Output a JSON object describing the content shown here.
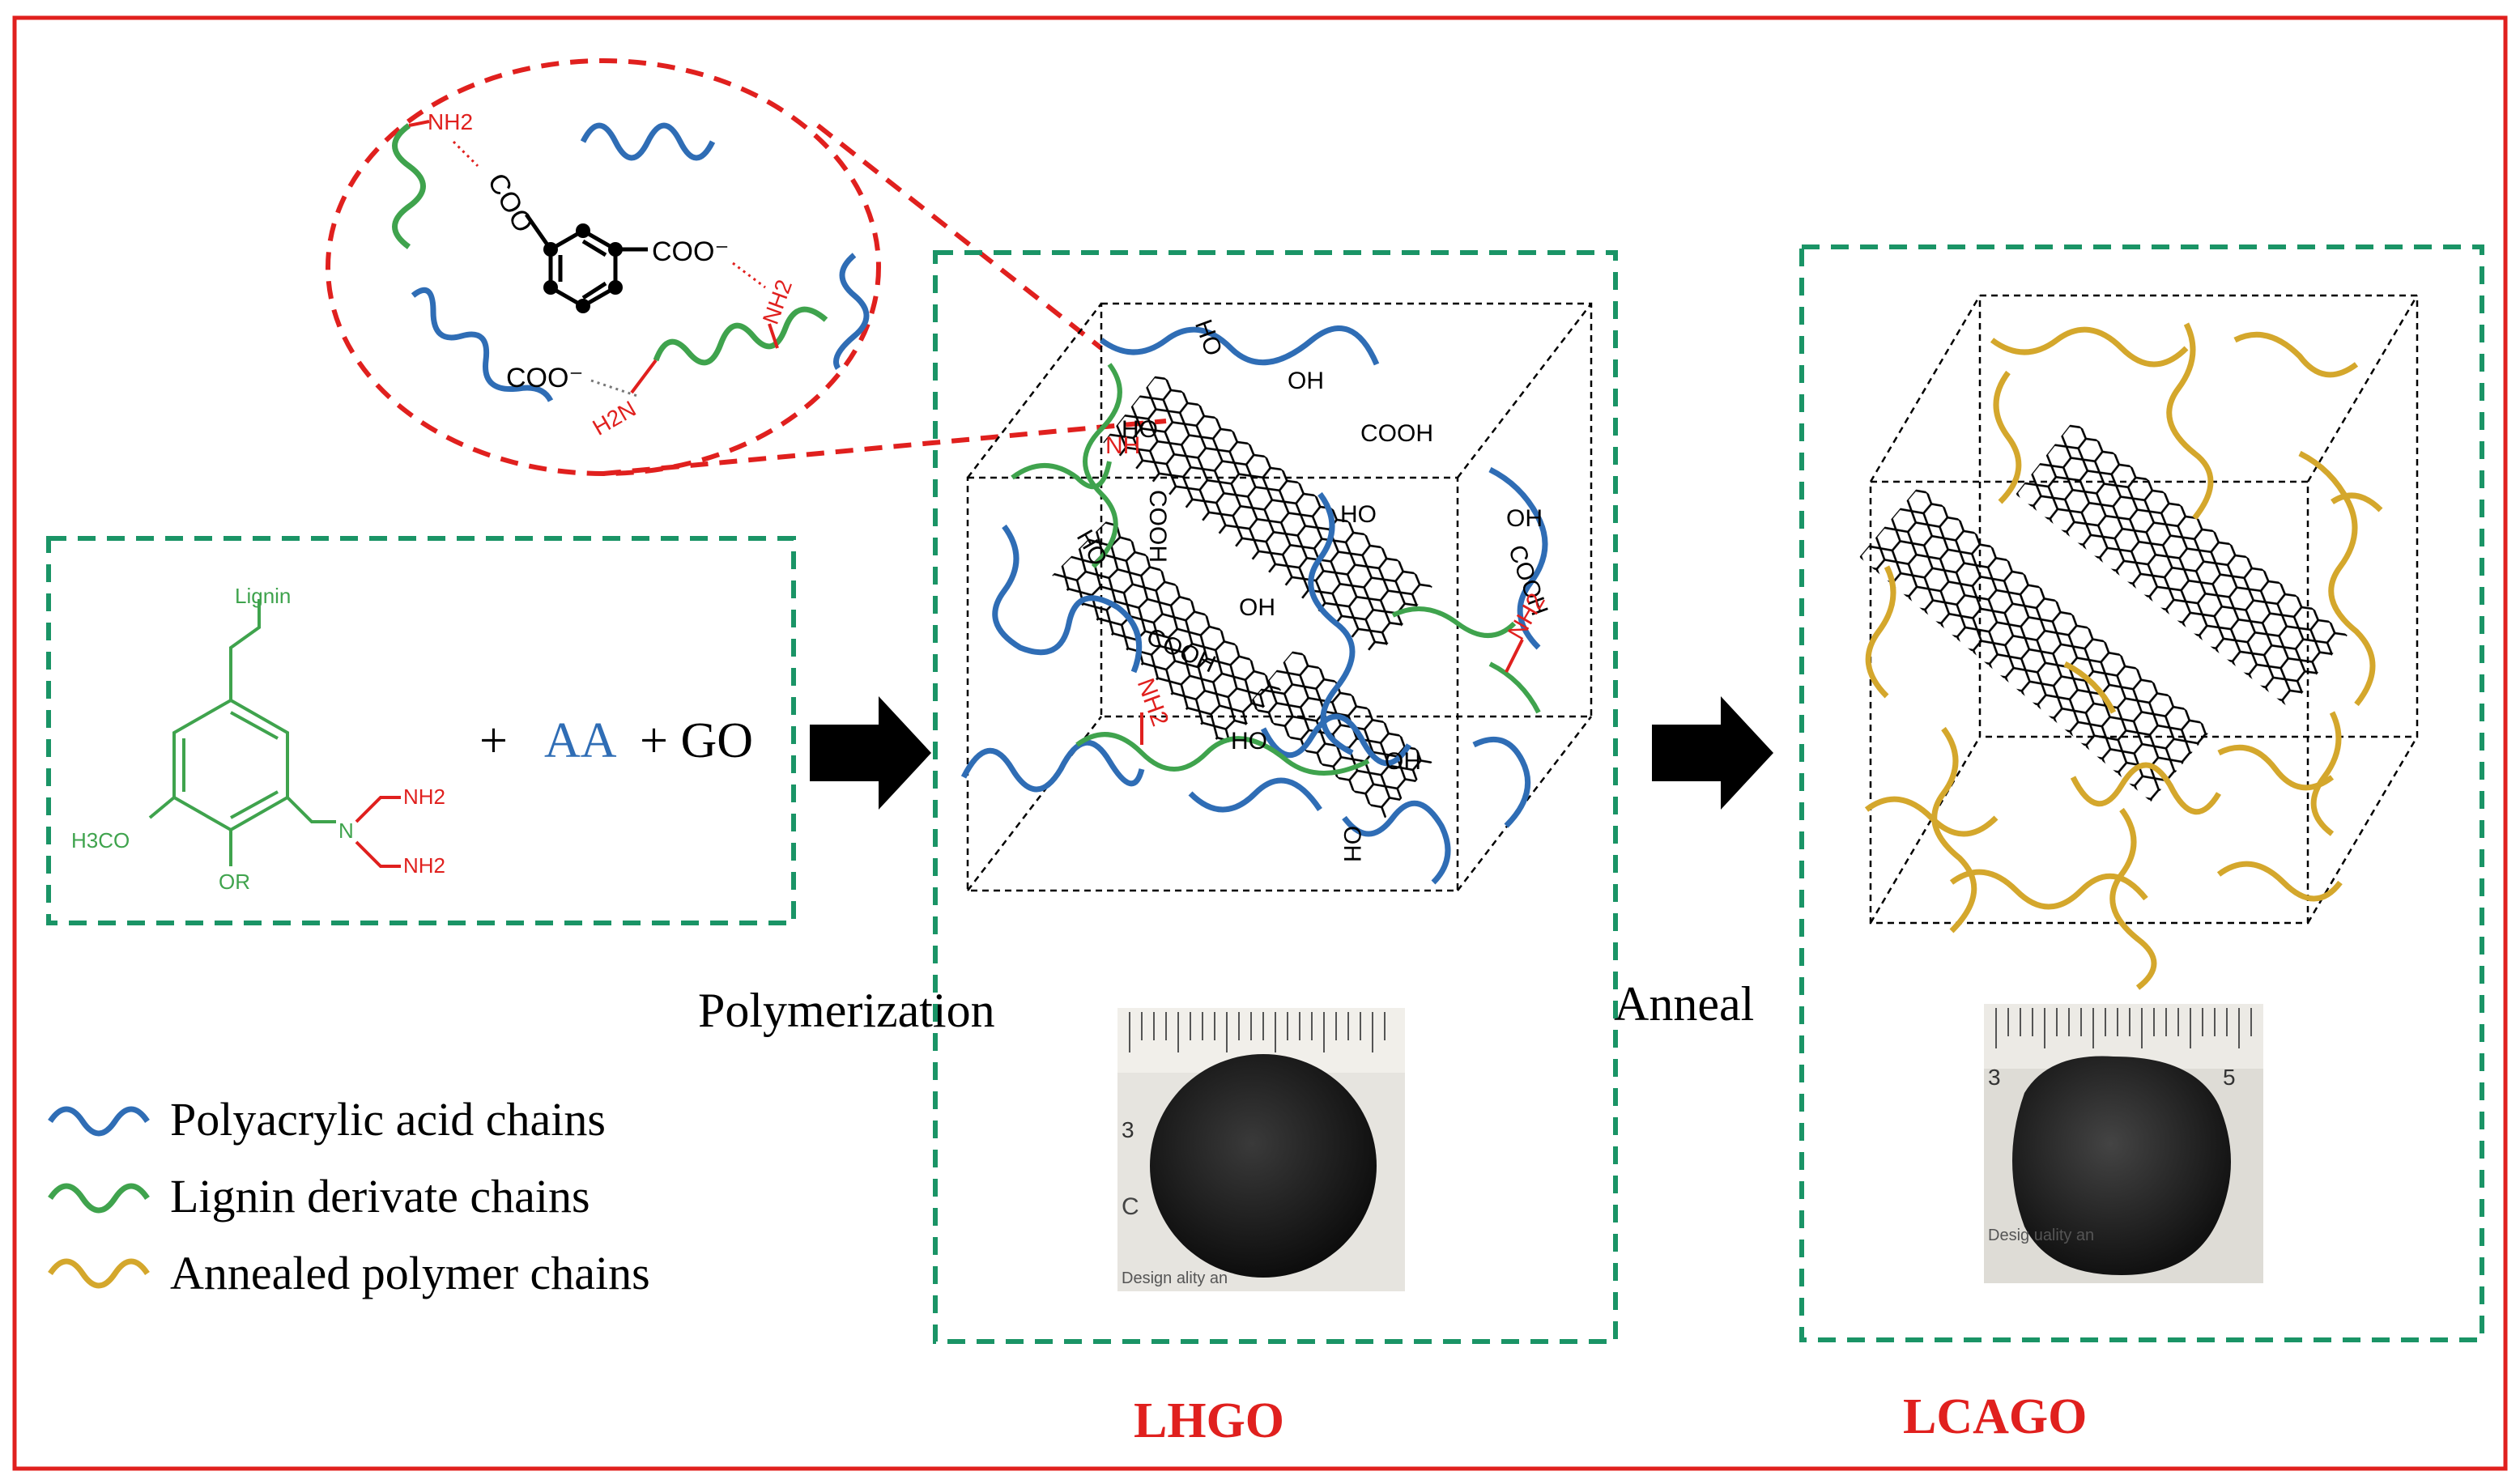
{
  "reactants": {
    "lignin_label": "Lignin",
    "methoxy_label": "H3CO",
    "or_label": "OR",
    "amine_n": "N",
    "amine_nh2_a": "NH2",
    "amine_nh2_b": "NH2",
    "plus_1": "+",
    "aa": "AA",
    "plus_2": "+ GO"
  },
  "zoom": {
    "nh2_top": "NH2",
    "coo_top": "COO",
    "coo_minus_label": "COO⁻",
    "nh2_right": "NH2",
    "coo_left": "COO⁻",
    "h2n": "H2N"
  },
  "steps": {
    "step1": "Polymerization",
    "step2": "Anneal"
  },
  "products": {
    "lhgo": "LHGO",
    "lcago": "LCAGO"
  },
  "network_labels": {
    "ho_1": "HO",
    "oh_1": "OH",
    "cooh_1": "COOH",
    "nh_1": "NH",
    "ho_2": "HO",
    "oh_2": "OH",
    "cooh_2": "COOH",
    "ho_3": "HO",
    "oh_3": "OH",
    "cooh_3": "COOH",
    "nh2_1": "NH2",
    "nh2_2": "NH2",
    "ho_4": "HO",
    "oh_4": "OH",
    "cooh_4": "COOH"
  },
  "photo_ruler": {
    "lhgo_3": "3",
    "lhgo_c": "C",
    "lhgo_caption": "Design        ality an",
    "lcago_3": "3",
    "lcago_5": "5",
    "lcago_caption": "Desig        uality an"
  },
  "legend": [
    {
      "label": "Polyacrylic acid chains",
      "color": "#2f6db5"
    },
    {
      "label": "Lignin derivate chains",
      "color": "#3fa34d"
    },
    {
      "label": "Annealed polymer chains",
      "color": "#d4a72c"
    }
  ],
  "colors": {
    "frame": "#e0201e",
    "box": "#1a9466",
    "paa": "#2f6db5",
    "lignin": "#3fa34d",
    "annealed": "#d4a72c",
    "amine": "#e0201e"
  }
}
